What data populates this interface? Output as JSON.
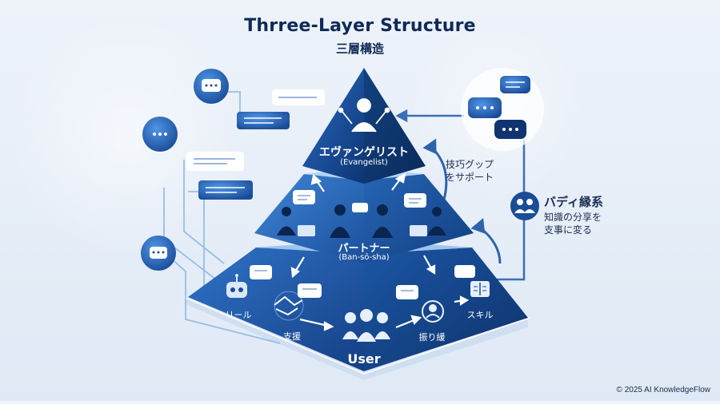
{
  "title": "Thrree-Layer Structure",
  "subtitle": "三層構造",
  "layers": {
    "top": {
      "label": "エヴァンゲリスト",
      "sublabel": "(Evangelist)"
    },
    "middle": {
      "label": "パートナー",
      "sublabel": "(Ban-sō-sha)"
    },
    "bottom": {
      "label": "User",
      "items": [
        "リール",
        "支援",
        "振り緩",
        "スキル"
      ]
    }
  },
  "annotations": {
    "skill_gap": [
      "技巧グップ",
      "をサポート"
    ],
    "buddy_title": "バディ縁系",
    "buddy_desc": [
      "知識の分享を",
      "支事に変る"
    ]
  },
  "footer": {
    "copyright": "© 2025 AI KnowledgeFlow"
  },
  "colors": {
    "dark_navy": "#0f2a55",
    "pyramid_top": "#0e3a7a",
    "pyramid_mid": "#1d5fb0",
    "pyramid_base": "#164c96",
    "accent_light": "#6fb3ff"
  }
}
